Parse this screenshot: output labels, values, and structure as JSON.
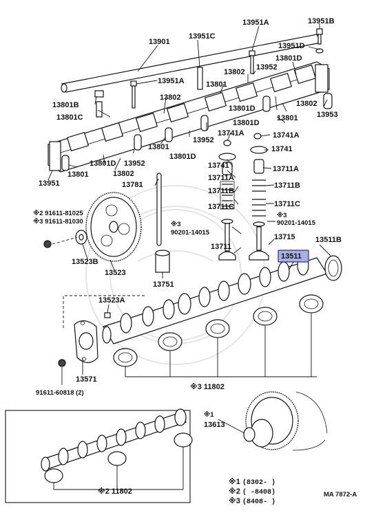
{
  "labels": {
    "p13951B": "13951B",
    "p13951A_top": "13951A",
    "p13901": "13901",
    "p13951C": "13951C",
    "p13951D": "13951D",
    "p13801D_a": "13801D",
    "p13952_a": "13952",
    "p13951A_mid": "13951A",
    "p13802_a": "13802",
    "p13801_a": "13801",
    "p13801B": "13801B",
    "p13802_b": "13802",
    "p13801C": "13801C",
    "p13801D_b": "13801D",
    "p13801_b": "13801",
    "p13802_c": "13802",
    "p13953": "13953",
    "p13801D_c": "13801D",
    "p13741A_l": "13741A",
    "p13741A_r": "13741A",
    "p13952_b": "13952",
    "p13801_c": "13801",
    "p13801D_d": "13801D",
    "p13741_l": "13741",
    "p13741_r": "13741",
    "p13711A_l": "13711A",
    "p13711A_r": "13711A",
    "p13951_left": "13951",
    "p13801_d": "13801",
    "p13801D_e": "13801D",
    "p13802_d": "13802",
    "p13952_c": "13952",
    "p13781": "13781",
    "p13711B_l": "13711B",
    "p13711B_r": "13711B",
    "p13711C_l": "13711C",
    "p13711C_r": "13711C",
    "n91611_81025": "※2 91611-81025",
    "n91611_81030": "※3 91611-81030",
    "star3_a": "※3",
    "n90201_l": "90201-14015",
    "star3_b": "※3",
    "n90201_r": "90201-14015",
    "p13523B": "13523B",
    "p13523": "13523",
    "p13711": "13711",
    "p13715": "13715",
    "p13511B": "13511B",
    "p13511": "13511",
    "p13751": "13751",
    "p13523A": "13523A",
    "p13571": "13571",
    "n91611_60818": "91611-60818 (2)",
    "p11802_3": "※3 11802",
    "star1": "※1",
    "p13613": "13613",
    "p11802_2": "※2 11802",
    "ref_code": "MA 7872-A"
  },
  "legend": [
    {
      "mark": "※1",
      "range": "(8302-        )"
    },
    {
      "mark": "※2",
      "range": "(        -8408)"
    },
    {
      "mark": "※3",
      "range": "(8408-        )"
    }
  ],
  "highlight": {
    "part": "13511",
    "fill": "#aab0e6",
    "border": "#2a2f8c"
  }
}
